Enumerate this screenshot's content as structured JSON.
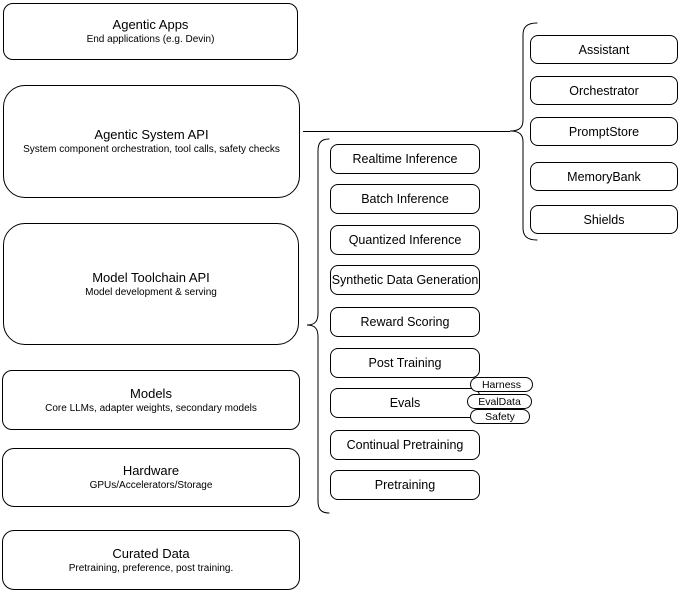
{
  "layers": [
    {
      "title": "Agentic Apps",
      "subtitle": "End applications (e.g. Devin)"
    },
    {
      "title": "Agentic System API",
      "subtitle": "System component orchestration, tool calls, safety checks"
    },
    {
      "title": "Model Toolchain API",
      "subtitle": "Model development & serving"
    },
    {
      "title": "Models",
      "subtitle": "Core LLMs, adapter weights, secondary models"
    },
    {
      "title": "Hardware",
      "subtitle": "GPUs/Accelerators/Storage"
    },
    {
      "title": "Curated Data",
      "subtitle": "Pretraining, preference, post training."
    }
  ],
  "toolchain_services": [
    {
      "label": "Realtime Inference"
    },
    {
      "label": "Batch Inference"
    },
    {
      "label": "Quantized Inference"
    },
    {
      "label": "Synthetic Data Generation"
    },
    {
      "label": "Reward Scoring"
    },
    {
      "label": "Post Training"
    },
    {
      "label": "Evals"
    },
    {
      "label": "Continual Pretraining"
    },
    {
      "label": "Pretraining"
    }
  ],
  "eval_tags": [
    {
      "label": "Harness"
    },
    {
      "label": "EvalData"
    },
    {
      "label": "Safety"
    }
  ],
  "system_components": [
    {
      "label": "Assistant"
    },
    {
      "label": "Orchestrator"
    },
    {
      "label": "PromptStore"
    },
    {
      "label": "MemoryBank"
    },
    {
      "label": "Shields"
    }
  ],
  "colors": {
    "stroke": "#000000",
    "fill": "#ffffff",
    "text": "#000000"
  }
}
